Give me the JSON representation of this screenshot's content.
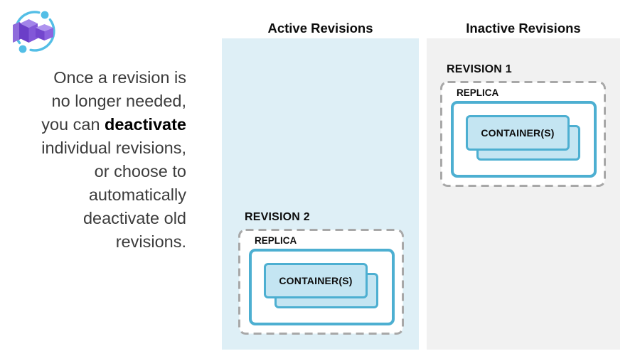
{
  "logo": {
    "icon": "azure-container-apps-logo"
  },
  "description": {
    "line1": "Once a revision is",
    "line2": "no longer needed,",
    "line3_prefix": "you can ",
    "line3_bold": "deactivate",
    "line4": "individual revisions,",
    "line5": "or choose to",
    "line6": "automatically",
    "line7": "deactivate old",
    "line8": "revisions."
  },
  "columns": {
    "active": {
      "title": "Active Revisions",
      "revision": {
        "label": "REVISION 2",
        "replica_label": "REPLICA",
        "container_label": "CONTAINER(S)"
      }
    },
    "inactive": {
      "title": "Inactive Revisions",
      "revision": {
        "label": "REVISION 1",
        "replica_label": "REPLICA",
        "container_label": "CONTAINER(S)"
      }
    }
  },
  "colors": {
    "active_panel": "#DEEFF6",
    "inactive_panel": "#F1F1F1",
    "box_border_blue": "#4DAFD1",
    "container_fill": "#C4E5F2",
    "dashed_border_gray": "#A8A8A8",
    "logo_purple": "#8257D8",
    "logo_blue": "#53BEE6",
    "body_text": "#3C3C3C"
  }
}
